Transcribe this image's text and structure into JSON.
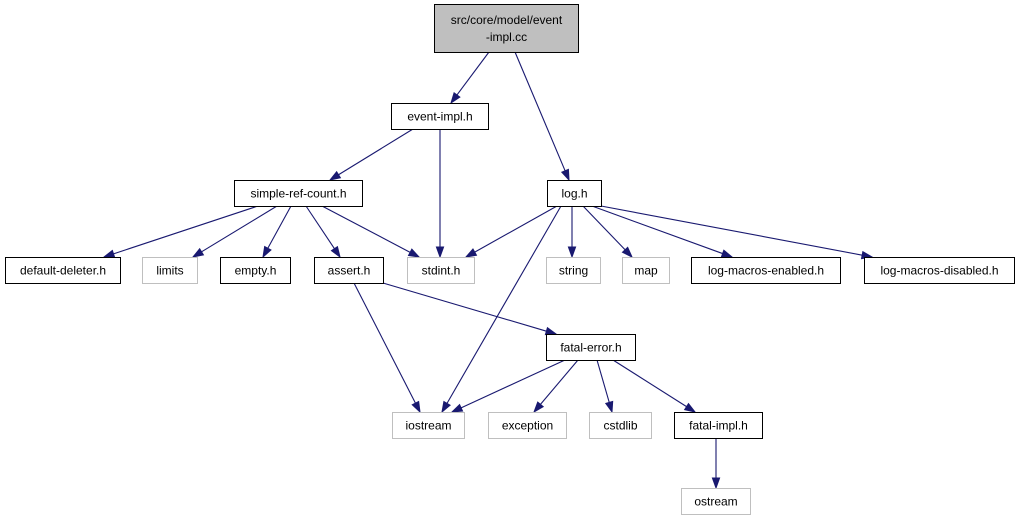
{
  "colors": {
    "edge": "#191970",
    "root_fill": "#bfbfbf",
    "root_stroke": "#000000",
    "documented_stroke": "#000000",
    "external_stroke": "#bfbfbf",
    "node_fill": "#ffffff"
  },
  "nodes": [
    {
      "id": "event-impl-cc",
      "label_lines": [
        "src/core/model/event",
        "-impl.cc"
      ],
      "kind": "root"
    },
    {
      "id": "event-impl-h",
      "label_lines": [
        "event-impl.h"
      ],
      "kind": "documented"
    },
    {
      "id": "log-h",
      "label_lines": [
        "log.h"
      ],
      "kind": "documented"
    },
    {
      "id": "simple-ref-count-h",
      "label_lines": [
        "simple-ref-count.h"
      ],
      "kind": "documented"
    },
    {
      "id": "default-deleter-h",
      "label_lines": [
        "default-deleter.h"
      ],
      "kind": "documented"
    },
    {
      "id": "limits",
      "label_lines": [
        "limits"
      ],
      "kind": "external"
    },
    {
      "id": "empty-h",
      "label_lines": [
        "empty.h"
      ],
      "kind": "documented"
    },
    {
      "id": "assert-h",
      "label_lines": [
        "assert.h"
      ],
      "kind": "documented"
    },
    {
      "id": "stdint-h",
      "label_lines": [
        "stdint.h"
      ],
      "kind": "external"
    },
    {
      "id": "string",
      "label_lines": [
        "string"
      ],
      "kind": "external"
    },
    {
      "id": "map",
      "label_lines": [
        "map"
      ],
      "kind": "external"
    },
    {
      "id": "log-macros-enabled-h",
      "label_lines": [
        "log-macros-enabled.h"
      ],
      "kind": "documented"
    },
    {
      "id": "log-macros-disabled-h",
      "label_lines": [
        "log-macros-disabled.h"
      ],
      "kind": "documented"
    },
    {
      "id": "fatal-error-h",
      "label_lines": [
        "fatal-error.h"
      ],
      "kind": "documented"
    },
    {
      "id": "iostream",
      "label_lines": [
        "iostream"
      ],
      "kind": "external"
    },
    {
      "id": "exception",
      "label_lines": [
        "exception"
      ],
      "kind": "external"
    },
    {
      "id": "cstdlib",
      "label_lines": [
        "cstdlib"
      ],
      "kind": "external"
    },
    {
      "id": "fatal-impl-h",
      "label_lines": [
        "fatal-impl.h"
      ],
      "kind": "documented"
    },
    {
      "id": "ostream",
      "label_lines": [
        "ostream"
      ],
      "kind": "external"
    }
  ],
  "edges": [
    {
      "from": "event-impl-cc",
      "to": "event-impl-h"
    },
    {
      "from": "event-impl-cc",
      "to": "log-h"
    },
    {
      "from": "event-impl-h",
      "to": "simple-ref-count-h"
    },
    {
      "from": "event-impl-h",
      "to": "stdint-h"
    },
    {
      "from": "simple-ref-count-h",
      "to": "default-deleter-h"
    },
    {
      "from": "simple-ref-count-h",
      "to": "limits"
    },
    {
      "from": "simple-ref-count-h",
      "to": "empty-h"
    },
    {
      "from": "simple-ref-count-h",
      "to": "assert-h"
    },
    {
      "from": "simple-ref-count-h",
      "to": "stdint-h"
    },
    {
      "from": "log-h",
      "to": "stdint-h"
    },
    {
      "from": "log-h",
      "to": "iostream"
    },
    {
      "from": "log-h",
      "to": "string"
    },
    {
      "from": "log-h",
      "to": "map"
    },
    {
      "from": "log-h",
      "to": "log-macros-enabled-h"
    },
    {
      "from": "log-h",
      "to": "log-macros-disabled-h"
    },
    {
      "from": "assert-h",
      "to": "iostream"
    },
    {
      "from": "assert-h",
      "to": "fatal-error-h"
    },
    {
      "from": "fatal-error-h",
      "to": "iostream"
    },
    {
      "from": "fatal-error-h",
      "to": "exception"
    },
    {
      "from": "fatal-error-h",
      "to": "cstdlib"
    },
    {
      "from": "fatal-error-h",
      "to": "fatal-impl-h"
    },
    {
      "from": "fatal-impl-h",
      "to": "ostream"
    }
  ]
}
